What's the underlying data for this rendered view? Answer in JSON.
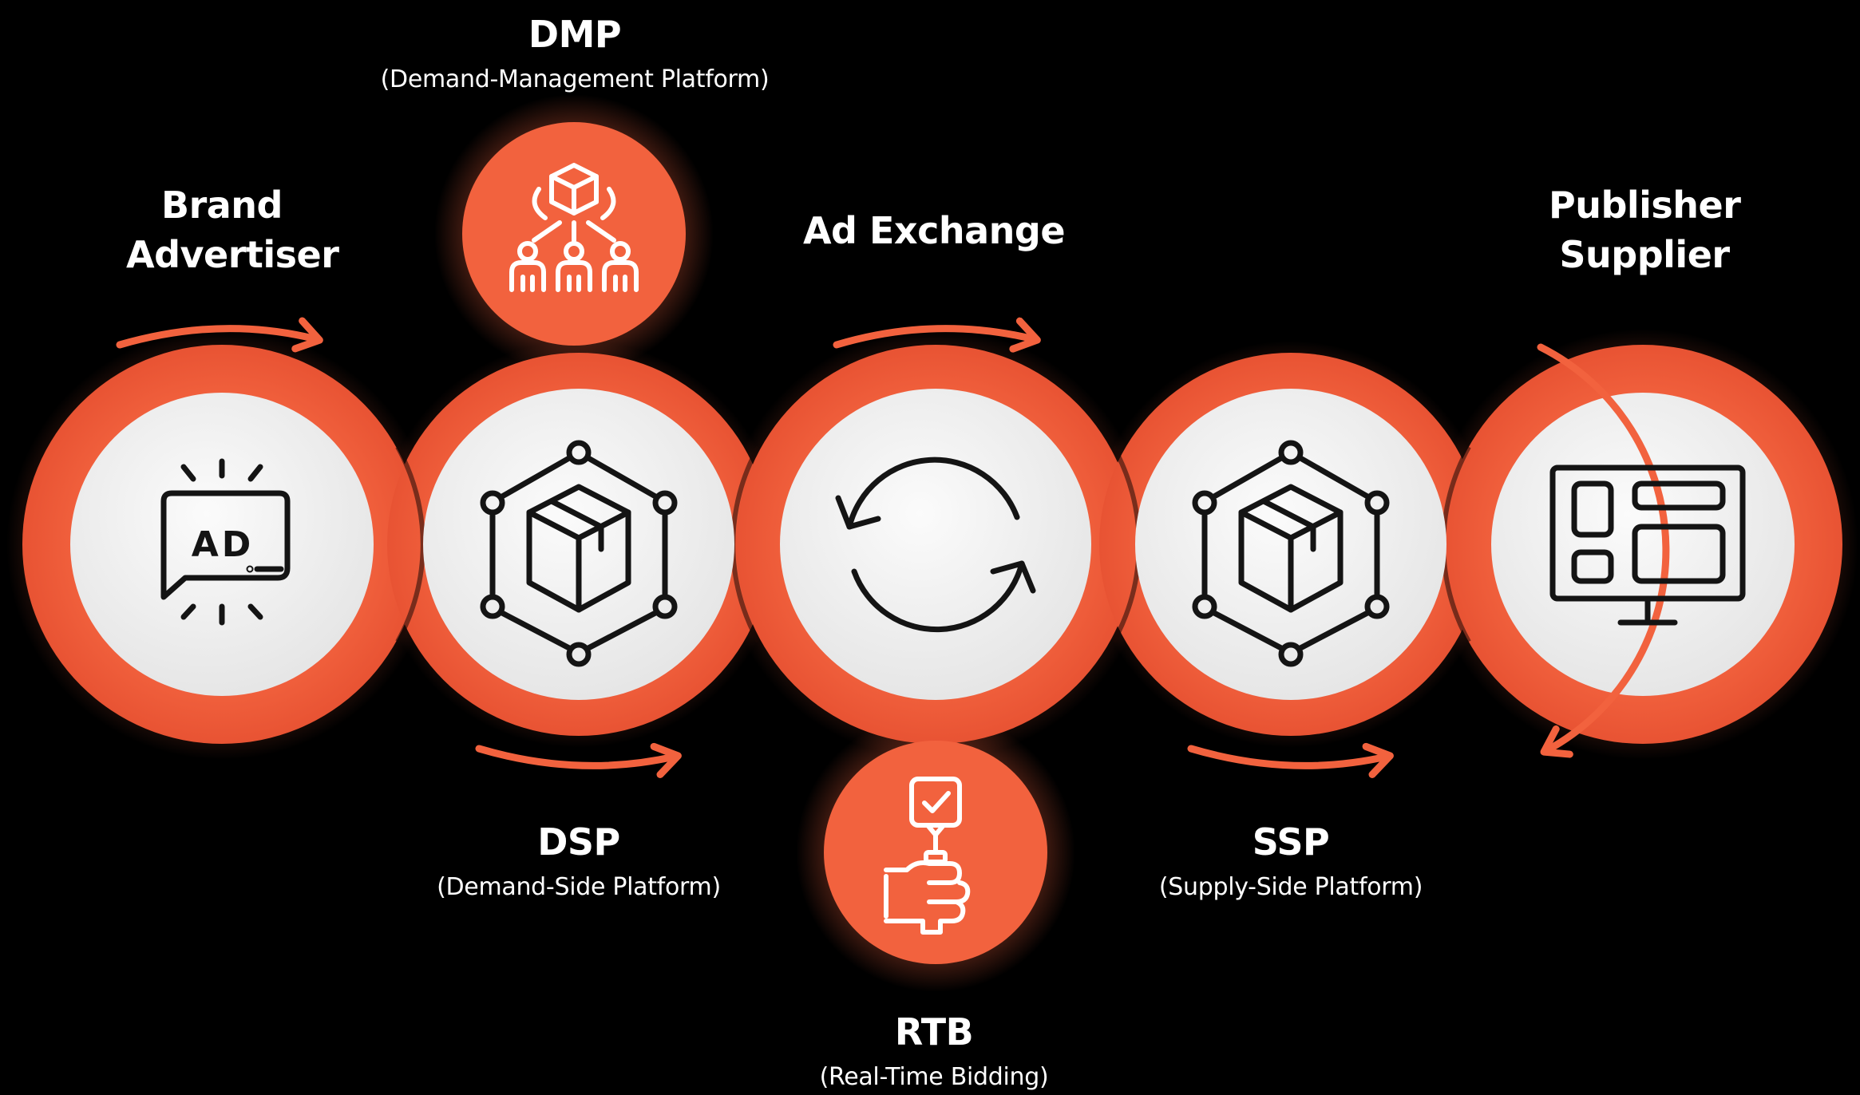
{
  "colors": {
    "background": "#000000",
    "accent": "#F2623E",
    "node_fill": "#F1F1F1",
    "icon_stroke": "#141414",
    "text": "#FFFFFF"
  },
  "nodes": [
    {
      "title": "Brand Advertiser",
      "subtitle": "",
      "icon": "ad-announcement-icon"
    },
    {
      "title": "DSP",
      "subtitle": "(Demand-Side Platform)",
      "icon": "box-network-icon"
    },
    {
      "title": "Ad Exchange",
      "subtitle": "",
      "icon": "refresh-cycle-icon"
    },
    {
      "title": "SSP",
      "subtitle": "(Supply-Side Platform)",
      "icon": "box-network-icon"
    },
    {
      "title": "Publisher Supplier",
      "subtitle": "",
      "icon": "monitor-layout-icon"
    }
  ],
  "satellites": [
    {
      "title": "DMP",
      "subtitle": "(Demand-Management Platform)",
      "icon": "cube-audience-icon"
    },
    {
      "title": "RTB",
      "subtitle": "(Real-Time Bidding)",
      "icon": "hand-bid-sign-icon"
    }
  ],
  "ad_icon_text": "AD"
}
